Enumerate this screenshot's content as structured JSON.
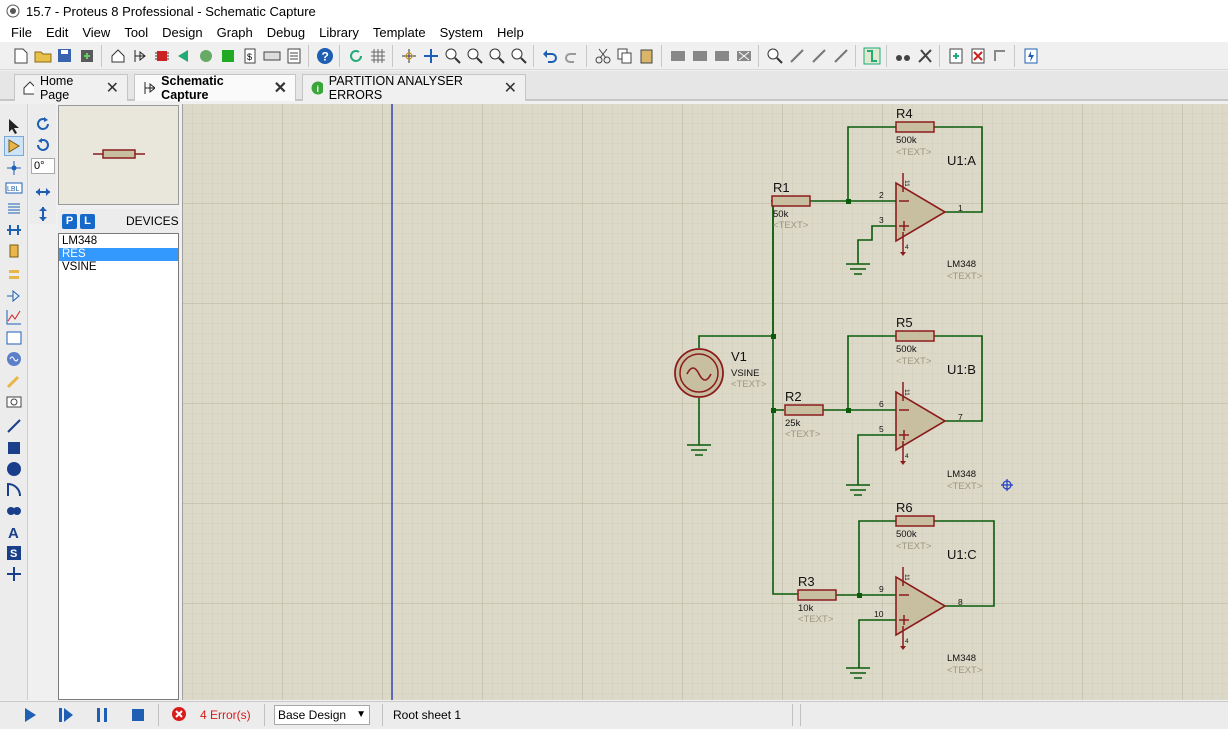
{
  "window": {
    "title": "15.7 - Proteus 8 Professional - Schematic Capture"
  },
  "menu": [
    "File",
    "Edit",
    "View",
    "Tool",
    "Design",
    "Graph",
    "Debug",
    "Library",
    "Template",
    "System",
    "Help"
  ],
  "tabs": [
    {
      "label": "Home Page",
      "icon": "home-icon"
    },
    {
      "label": "Schematic Capture",
      "icon": "schematic-icon"
    },
    {
      "label": "PARTITION ANALYSER ERRORS",
      "icon": "info-icon"
    }
  ],
  "sidebar": {
    "angle": "0°",
    "devices_header": "DEVICES",
    "picker_p": "P",
    "picker_l": "L",
    "devices": [
      "LM348",
      "RES",
      "VSINE"
    ],
    "selected_device": "RES"
  },
  "schematic": {
    "r1": {
      "name": "R1",
      "value": "50k",
      "text": "<TEXT>"
    },
    "r2": {
      "name": "R2",
      "value": "25k",
      "text": "<TEXT>"
    },
    "r3": {
      "name": "R3",
      "value": "10k",
      "text": "<TEXT>"
    },
    "r4": {
      "name": "R4",
      "value": "500k",
      "text": "<TEXT>"
    },
    "r5": {
      "name": "R5",
      "value": "500k",
      "text": "<TEXT>"
    },
    "r6": {
      "name": "R6",
      "value": "500k",
      "text": "<TEXT>"
    },
    "v1": {
      "name": "V1",
      "value": "VSINE",
      "text": "<TEXT>"
    },
    "u1a": {
      "name": "U1:A",
      "part": "LM348",
      "text": "<TEXT>",
      "pins": [
        "2",
        "3",
        "1",
        "11",
        "4"
      ]
    },
    "u1b": {
      "name": "U1:B",
      "part": "LM348",
      "text": "<TEXT>",
      "pins": [
        "6",
        "5",
        "7",
        "11",
        "4"
      ]
    },
    "u1c": {
      "name": "U1:C",
      "part": "LM348",
      "text": "<TEXT>",
      "pins": [
        "9",
        "10",
        "8",
        "11",
        "4"
      ]
    },
    "wire_color": "#0a5c0a",
    "body_color": "#8b1c1c",
    "fill_color": "#c7bfa0"
  },
  "status": {
    "errors": "4 Error(s)",
    "design": "Base Design",
    "sheet": "Root sheet 1"
  }
}
